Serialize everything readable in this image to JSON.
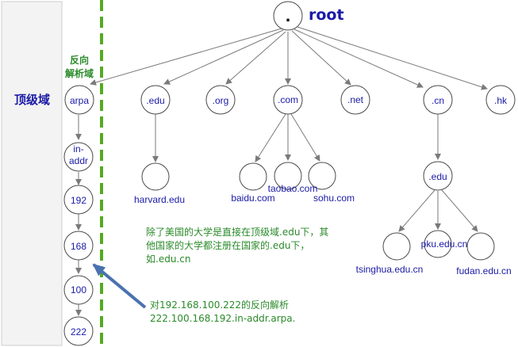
{
  "root": {
    "dot": ".",
    "label": "root"
  },
  "tld_title": "顶级域",
  "reverse_zone": {
    "line1": "反向",
    "line2": "解析域"
  },
  "tlds": [
    "arpa",
    ".edu",
    ".org",
    ".com",
    ".net",
    ".cn",
    ".hk"
  ],
  "arpa_chain": [
    "in-",
    "addr",
    "192",
    "168",
    "100",
    "222"
  ],
  "edu_children": [
    "harvard.edu"
  ],
  "com_children": [
    "baidu.com",
    "taobao.com",
    "sohu.com"
  ],
  "cn_children": [
    ".edu"
  ],
  "cn_edu_children": [
    "tsinghua.edu.cn",
    "pku.edu.cn",
    "fudan.edu.cn"
  ],
  "note": {
    "line1": "除了美国的大学是直接在顶级域.edu下，其",
    "line2": "他国家的大学都注册在国家的.edu下，",
    "line3": "如.edu.cn"
  },
  "reverse_example": {
    "line1": "对192.168.100.222的反向解析",
    "line2": "222.100.168.192.in-addr.arpa."
  },
  "colors": {
    "node_label": "#1a1aa6",
    "annotation": "#2a8a2a",
    "dashed_line": "#55aa22",
    "left_panel": "#f3f3f3",
    "arrow": "#4a72b0"
  }
}
